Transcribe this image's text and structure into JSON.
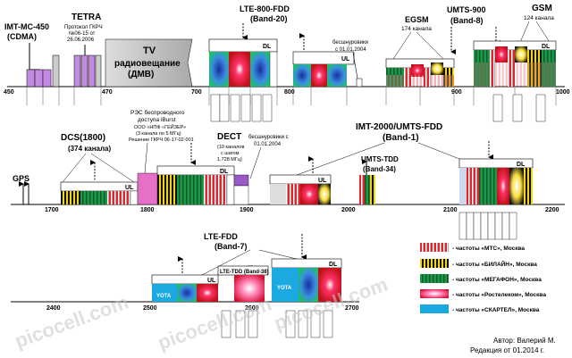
{
  "bands": {
    "imt450": {
      "title1": "IMT-MC-450",
      "title2": "(CDMA)"
    },
    "tetra": {
      "title": "TETRA",
      "note1": "Протокол ГКРЧ",
      "note2": "№06-15 от",
      "note3": "26.06.2006"
    },
    "tv": {
      "line1": "TV",
      "line2": "радиовещание",
      "line3": "(ДМВ)"
    },
    "lte800": {
      "title1": "LTE-800-FDD",
      "title2": "(Band-20)",
      "dl": "DL",
      "ul": "UL"
    },
    "cordless": {
      "line1": "бесшнуровики",
      "line2": "с 01.01.2004"
    },
    "egsm": {
      "title": "EGSM",
      "sub": "174 канала"
    },
    "umts900": {
      "title1": "UMTS-900",
      "title2": "(Band-8)"
    },
    "gsm": {
      "title": "GSM",
      "sub": "124 канала"
    },
    "dcs": {
      "title1": "DCS(1800)",
      "title2": "(374 канала)",
      "ul": "UL",
      "dl": "DL"
    },
    "rs": {
      "line1": "РЭС беспроводного",
      "line2": "доступа iBurst",
      "line3": "ООО «НПФ «ГЕЙЗЕР»",
      "line4": "(3 канала по 5 МГц)",
      "line5": "Решение ГКРЧ 06-17-02-001"
    },
    "dect": {
      "title": "DECT",
      "line1": "(10 каналов",
      "line2": "с шагом",
      "line3": "1,728 МГц)"
    },
    "cordless2": {
      "line1": "бесшнуровики с",
      "line2": "01.01.2004"
    },
    "imt2000": {
      "title1": "IMT-2000/UMTS-FDD",
      "title2": "(Band-1)",
      "ul": "UL",
      "dl": "DL"
    },
    "umtstdd": {
      "title1": "UMTS-TDD",
      "title2": "(Band-34)"
    },
    "gps": {
      "title": "GPS"
    },
    "ltefdd": {
      "title1": "LTE-FDD",
      "title2": "(Band-7)",
      "ul": "UL",
      "dl": "DL"
    },
    "ltetdd": {
      "title": "LTE-TDD (Band-38)"
    },
    "yota": {
      "label": "YOTA"
    }
  },
  "axis_labels": {
    "a450": "450",
    "a470": "470",
    "a700": "700",
    "a800": "800",
    "a900": "900",
    "a1000": "1000",
    "a1700": "1700",
    "a1800": "1800",
    "a1900": "1900",
    "a2000": "2000",
    "a2100": "2100",
    "a2200": "2200",
    "a2400": "2400",
    "a2500": "2500",
    "a2600": "2600",
    "a2700": "2700"
  },
  "legend": [
    {
      "label": "- частоты «МТС», Москва",
      "swatch": "mts"
    },
    {
      "label": "- частоты «БИЛАЙН», Москва",
      "swatch": "beeline"
    },
    {
      "label": "- частоты «МЕГАФОН», Москва",
      "swatch": "megafon"
    },
    {
      "label": "- частоты «Ростелеком», Москва",
      "swatch": "rtk"
    },
    {
      "label": "- частоты «СКАРТЕЛ», Москва",
      "swatch": "scartel"
    }
  ],
  "author": {
    "line1": "Автор: Валерий М.",
    "line2": "Редакция от 01.2014 г."
  },
  "watermark": "picocell.com",
  "colors": {
    "mts": "#e0202a",
    "beeline": "#f2d21a",
    "megafon": "#19a04a",
    "rtk": "#2e5fbf",
    "scartel": "#18a8e0",
    "tetra": "#c38be0",
    "dect": "#9b59c8"
  }
}
